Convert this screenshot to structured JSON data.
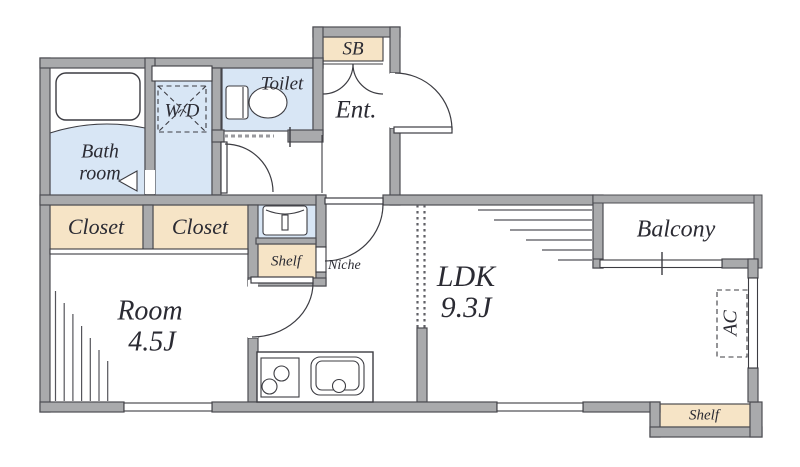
{
  "labels": {
    "bath_line1": "Bath",
    "bath_line2": "room",
    "wd": "W/D",
    "toilet": "Toilet",
    "sb": "SB",
    "ent": "Ent.",
    "closet_left": "Closet",
    "closet_right": "Closet",
    "shelf_hall": "Shelf",
    "niche": "Niche",
    "room_name": "Room",
    "room_size": "4.5J",
    "ldk_name": "LDK",
    "ldk_size": "9.3J",
    "balcony": "Balcony",
    "ac": "AC",
    "shelf_ldk": "Shelf"
  },
  "colors": {
    "wall_fill": "#a9aaac",
    "wall_line": "#4c4c52",
    "wet_area": "#d8e6f5",
    "storage": "#f6e4c6",
    "line": "#3c3c42",
    "text": "#2b2b33",
    "bg": "#ffffff"
  }
}
